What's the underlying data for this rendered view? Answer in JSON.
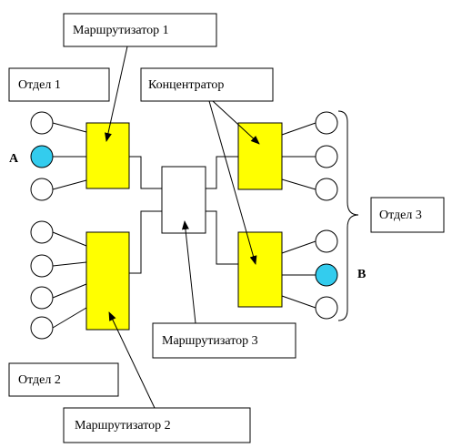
{
  "labels": {
    "router1": "Маршрутизатор 1",
    "router2": "Маршрутизатор 2",
    "router3": "Маршрутизатор 3",
    "hub": "Концентратор",
    "dept1": "Отдел 1",
    "dept2": "Отдел 2",
    "dept3": "Отдел 3",
    "pointA": "A",
    "pointB": "B"
  },
  "colors": {
    "router_fill": "#ffff00",
    "active_node": "#33ccee",
    "stroke": "#000000"
  }
}
